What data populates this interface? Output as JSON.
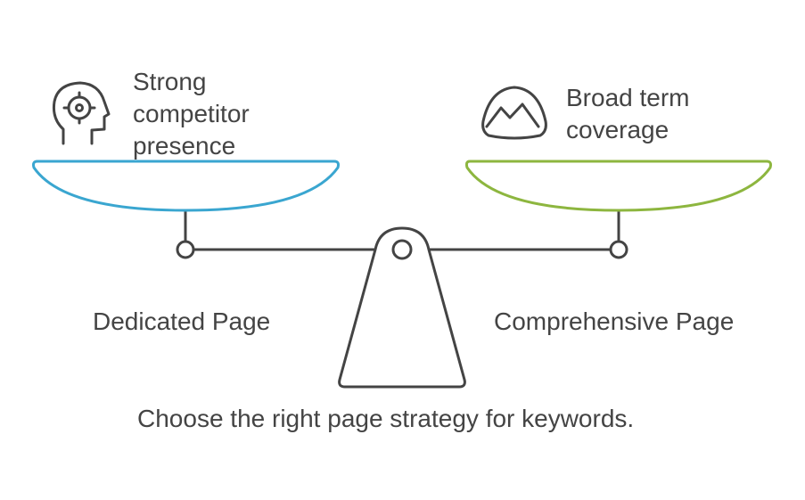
{
  "left": {
    "lines": [
      "Strong",
      "competitor",
      "presence"
    ],
    "caption": "Dedicated Page",
    "icon": "head-target-icon",
    "color": "#3aa6d0"
  },
  "right": {
    "lines": [
      "Broad term",
      "coverage"
    ],
    "caption": "Comprehensive Page",
    "icon": "mountain-dome-icon",
    "color": "#8db63f"
  },
  "footer": "Choose the right page strategy for keywords.",
  "colors": {
    "stroke": "#444444",
    "text": "#444444"
  }
}
